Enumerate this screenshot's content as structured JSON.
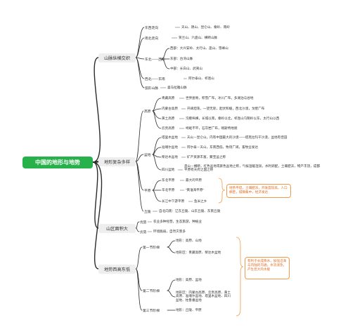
{
  "root": "中国的地形与地势",
  "branches": {
    "mountains": {
      "title": "山脉纵横交织",
      "ew": "东西走向",
      "ew_v": "天山、阴山、昆仑山、秦岭、南岭",
      "ns": "南北走向",
      "ns_v": "贺兰山、六盘山、横断山脉",
      "ne": "东北——西南",
      "ne_w": "西部：大兴安岭、太行山、巫山、雪峰山",
      "ne_e": "东部：台湾山脉",
      "ne_m": "中部：长白山、武夷山",
      "nw": "西北——东南",
      "nw_v": "阿尔泰山、祁连山",
      "arc": "弧形山脉",
      "arc_v": "喜马拉雅山脉"
    },
    "terrain": {
      "title": "地形复杂多样",
      "plateau": "高原",
      "p1": "青藏高原",
      "p1_v": "世界屋脊，积雪广布，冰川广布，多湖泊与谷地",
      "p2": "内蒙古高原",
      "p2_v": "开阔坦荡，一望无际，起伏和缓，西北沙漠，戈壁广布",
      "p3": "黄土高原",
      "p3_v": "沟壑纵横，长城以南，秦岭以北，祁连山乌鞘岭以东，太行山以西",
      "p4": "云贵高原",
      "p4_v": "崎岖不平，石灰岩广布，喀斯特地貌",
      "basin": "盆地",
      "b1": "塔里木盆地",
      "b1_v": "天山－昆仑山，内有中国最大的沙漠——塔克拉玛干沙漠，盆地有佳田",
      "b2": "准噶尔盆地",
      "b2_v": "阿尔泰－天山，东南西低，牧场广阔，畜牧业发达",
      "b3": "柴达木盆地",
      "b3_v": "矿产资源丰富，聚宝盆之称",
      "b4": "四川盆地",
      "b4_v": "巫山－横断，红色盆地或紫色盆地之称，气候温暖湿润，水利调配，土壤肥沃，物产丰饶，成都平原有天府之国之称",
      "plain": "平原",
      "pl1": "东北平原",
      "pl1_v": "最大的平原",
      "pl2": "华北平原",
      "pl2_v": "“黄淮海平原”",
      "pl3": "长江中下游平原",
      "pl3_v": "鱼米之乡",
      "plain_note": "地势平坦，土壤肥沃，开发度较高，人口稠密，城镇集中，经济发达",
      "hill": "丘陵",
      "hill_v": "自北向南：辽东丘陵、山东丘陵、东南丘陵"
    },
    "area": {
      "title": "山区面积大",
      "adv": "优势",
      "adv_v": "农业多种经营，生态旅游，种植业",
      "dis": "劣势",
      "dis_v": "环境脆弱，自然灾害多"
    },
    "slope": {
      "title": "地势西高东低",
      "s1": "第一节阶梯",
      "s1_a": "地形：高原、山地",
      "s1_b": "地形区：青藏高原、柴达木盆地",
      "s2": "第二节阶梯",
      "s2_a": "地形：高原、盆地",
      "s2_b": "地形区：内蒙古高原、云贵高原、黄土高原、准噶尔盆地、塔里木盆地、四川盆地、柱鲁番盆地",
      "s3": "第三节阶梯",
      "s3_a": "地形：丘陵、平原",
      "slope_note": "有利于长成降水，加强沿海与内陆的沟通，水流湍急，产生巨大的水能"
    }
  }
}
